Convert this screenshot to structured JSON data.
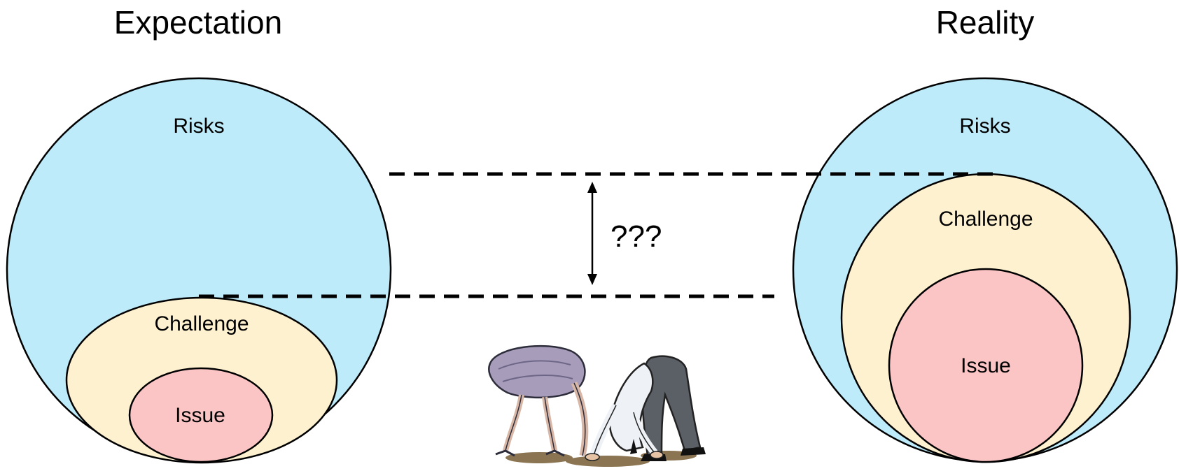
{
  "left_panel": {
    "title": "Expectation",
    "risks_label": "Risks",
    "challenge_label": "Challenge",
    "issue_label": "Issue"
  },
  "right_panel": {
    "title": "Reality",
    "risks_label": "Risks",
    "challenge_label": "Challenge",
    "issue_label": "Issue"
  },
  "gap": {
    "label": "???"
  },
  "colors": {
    "risks_fill": "#BDEBFA",
    "challenge_fill": "#FEF1CF",
    "issue_fill": "#FCC5C5",
    "outline": "#000000"
  },
  "illustration": {
    "icon": "head-in-sand-illustration"
  }
}
